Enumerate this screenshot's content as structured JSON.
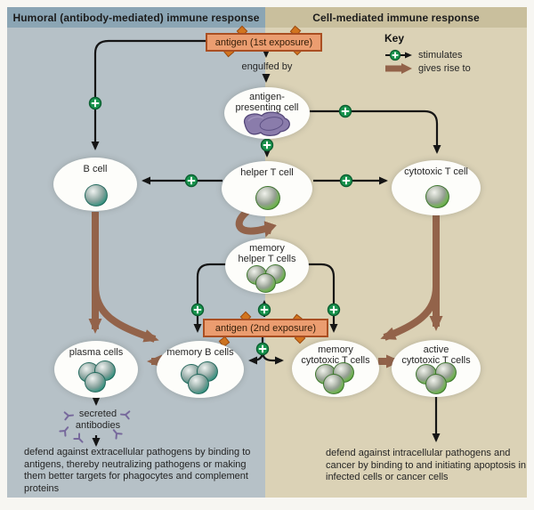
{
  "headers": {
    "humoral": "Humoral (antibody-mediated) immune response",
    "cell": "Cell-mediated immune response"
  },
  "key": {
    "title": "Key",
    "stimulates": "stimulates",
    "gives_rise": "gives rise to"
  },
  "labels": {
    "antigen1": "antigen (1st exposure)",
    "engulfed": "engulfed by",
    "apc": [
      "antigen-",
      "presenting cell"
    ],
    "b_cell": "B cell",
    "helper_t": "helper T cell",
    "cytotoxic_t": "cytotoxic T cell",
    "memory_helper": [
      "memory",
      "helper T cells"
    ],
    "antigen2": "antigen (2nd exposure)",
    "plasma": "plasma cells",
    "memory_b": "memory B cells",
    "memory_ctl": [
      "memory",
      "cytotoxic T cells"
    ],
    "active_ctl": [
      "active",
      "cytotoxic T cells"
    ],
    "secreted": [
      "secreted",
      "antibodies"
    ]
  },
  "captions": {
    "humoral": "defend against extracellular pathogens by binding to antigens, thereby neutralizing pathogens or making them better targets for phagocytes and complement proteins",
    "cell": "defend against intracellular pathogens and cancer by binding to and initiating apoptosis in infected cells or cancer cells"
  },
  "colors": {
    "humoral_bg": "#b6c1c7",
    "humoral_header": "#8ba5b4",
    "cell_bg": "#dbd2b6",
    "cell_header": "#c9bf9d",
    "antigen_box": "#eb9d70",
    "antigen_border": "#aa4f22",
    "stimulates_green": "#18944e",
    "gives_rise_brown": "#93634a",
    "line_black": "#151515",
    "b_lineage_teal": "#37917f",
    "t_lineage_green": "#5aa73f",
    "apc_purple": "#7d6fa0",
    "antibody_purple": "#77699c"
  }
}
